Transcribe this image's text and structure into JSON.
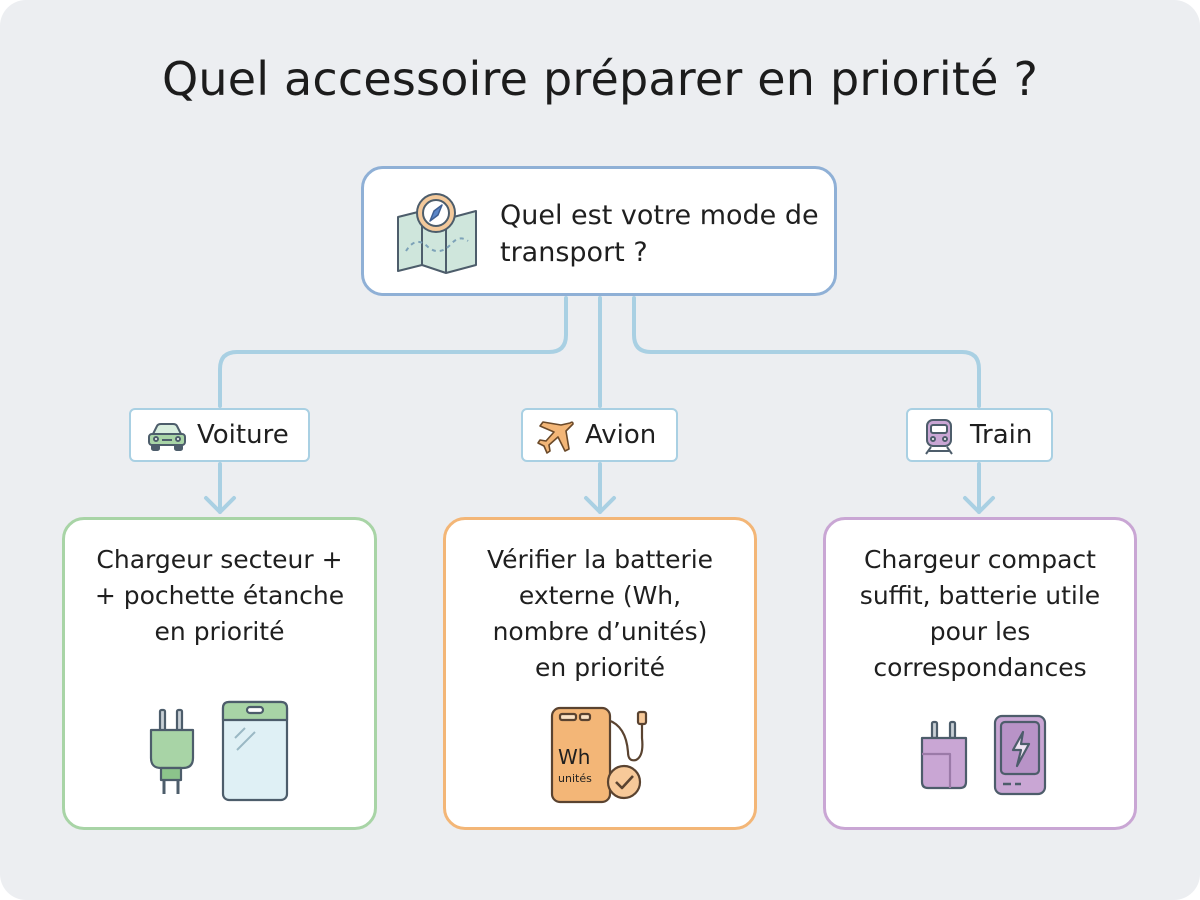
{
  "title": "Quel accessoire préparer en priorité ?",
  "question": "Quel est votre mode de transport ?",
  "modes": [
    {
      "label": "Voiture",
      "icon": "car-icon"
    },
    {
      "label": "Avion",
      "icon": "airplane-icon"
    },
    {
      "label": "Train",
      "icon": "train-icon"
    }
  ],
  "cards": [
    {
      "text_lines": [
        "Chargeur secteur +",
        "+ pochette étanche",
        "en priorité"
      ]
    },
    {
      "text_lines": [
        "Vérifier la batterie",
        "externe (Wh,",
        "nombre d’unités)",
        "en priorité"
      ],
      "battery_label": "Wh",
      "battery_sublabel": "unités"
    },
    {
      "text_lines": [
        "Chargeur compact",
        "suffit, batterie utile",
        "pour les",
        "correspondances"
      ]
    }
  ],
  "colors": {
    "background": "#eceef1",
    "root_border": "#8fb0d6",
    "connector": "#a9d0e3",
    "car_accent": "#a8d4a6",
    "plane_accent": "#f3b677",
    "train_accent": "#c9a6d4"
  }
}
